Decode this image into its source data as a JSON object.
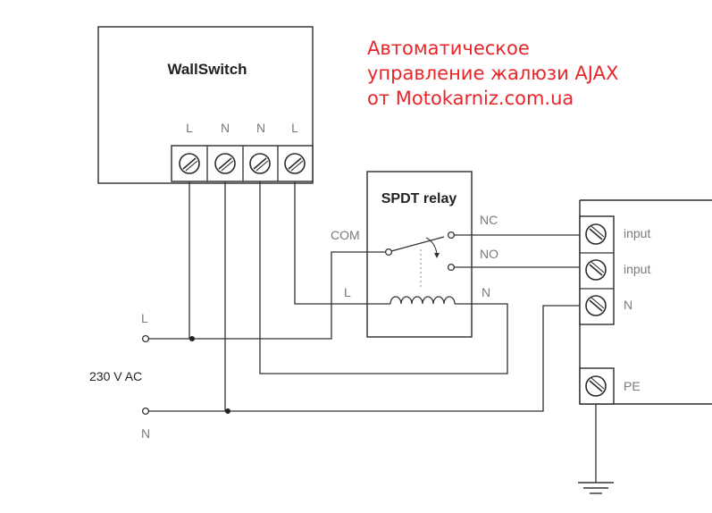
{
  "title_lines": [
    "Автоматическое",
    "управление жалюзи AJAX",
    "от Motokarniz.com.ua"
  ],
  "wallswitch": {
    "name": "WallSwitch",
    "terminals": [
      "L",
      "N",
      "N",
      "L"
    ]
  },
  "relay": {
    "name": "SPDT relay",
    "com": "COM",
    "nc": "NC",
    "no": "NO",
    "coil_l": "L",
    "coil_n": "N"
  },
  "motor": {
    "terminals": [
      "input",
      "input",
      "N",
      "PE"
    ]
  },
  "supply": {
    "voltage": "230 V AC",
    "line": "L",
    "neutral": "N"
  },
  "colors": {
    "title": "#e8262a",
    "wire": "#333333",
    "label": "#7a7a7a"
  }
}
